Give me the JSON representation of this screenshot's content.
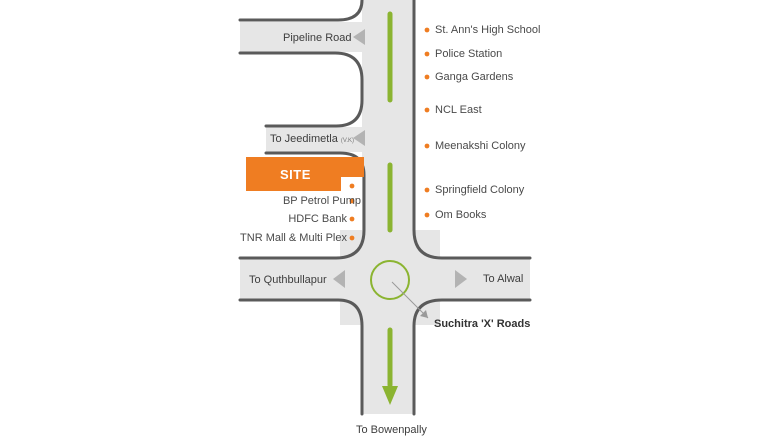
{
  "roads": {
    "pipeline": "Pipeline Road",
    "jeedimetla": "To Jeedimetla",
    "jeedimetla_note": "(V.K)",
    "quthbullapur": "To Quthbullapur",
    "alwal": "To Alwal",
    "bowenpally": "To Bowenpally"
  },
  "site": {
    "label": "SITE"
  },
  "junction": {
    "label": "Suchitra 'X' Roads"
  },
  "landmarks_left": [
    "BP Petrol Pump",
    "HDFC Bank",
    "TNR Mall & Multi Plex"
  ],
  "landmarks_right": [
    "St. Ann's High School",
    "Police Station",
    "Ganga Gardens",
    "NCL East",
    "Meenakshi Colony",
    "Springfield Colony",
    "Om Books"
  ],
  "colors": {
    "road_fill": "#e6e6e6",
    "road_edge": "#5a5a5a",
    "lane_marker": "#8bb431",
    "site": "#ef7d22",
    "dot": "#ef7d22",
    "arrow": "#b3b3b3"
  }
}
